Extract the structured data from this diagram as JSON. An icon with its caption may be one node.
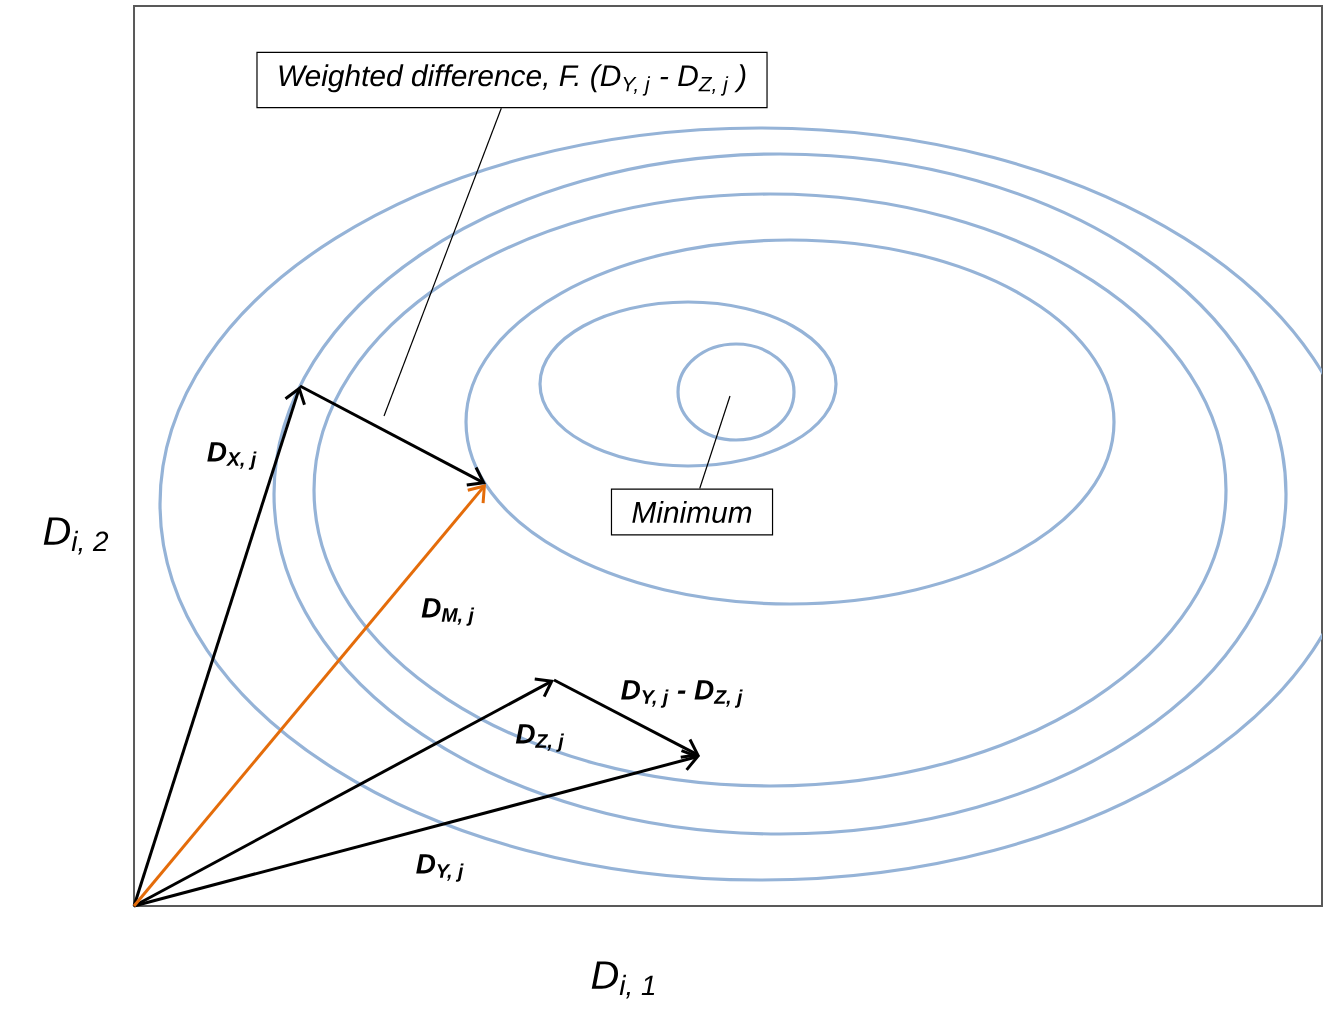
{
  "diagram": {
    "nodes": [
      {
        "text": [
          "\\text{Weighted difference,  F. (}D_{\\text{Y, j}}\\text{ - }D_{\\text{Z, j}}\\text{ )}"
        ]
      },
      {
        "text": [
          "Minimum"
        ]
      }
    ],
    "edges": [
      {
        "from": 0,
        "to": null,
        "arrow": "none"
      },
      {
        "from": 1,
        "to": null,
        "arrow": "none"
      }
    ],
    "labels": [
      "D_{\\text{i, 2}}",
      "D_{\\text{X, j}}",
      "D_{\\text{M, j}}",
      "D_{\\text{Y, j}}\\text{ - }D_{\\text{Z, j}}",
      "D_{\\text{Z, j}}",
      "D_{\\text{Y, j}}",
      "D_{\\text{i, 1}}"
    ]
  }
}
